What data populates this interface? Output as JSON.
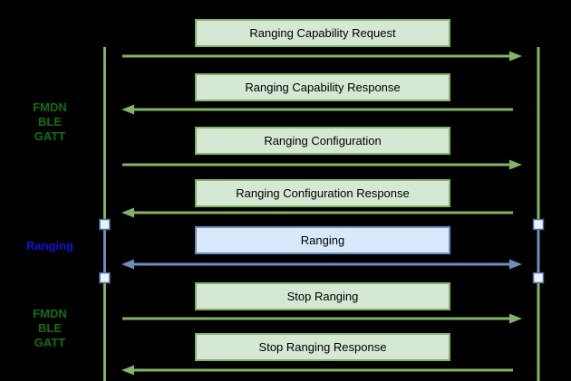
{
  "diagram": {
    "type": "sequence-diagram",
    "colors": {
      "background": "#000000",
      "green_line": "#82b366",
      "green_box_fill": "#d5e8d4",
      "blue_line": "#6c8ebf",
      "blue_box_fill": "#dae8fc",
      "node_border": "#4a6da0",
      "node_fill": "#ecf2fb",
      "side_label_green": "#107010",
      "side_label_blue": "#1212dd",
      "message_text": "#000000"
    },
    "side_labels": [
      {
        "text": "FMDN\nBLE\nGATT",
        "color": "green"
      },
      {
        "text": "Ranging",
        "color": "blue"
      },
      {
        "text": "FMDN\nBLE\nGATT",
        "color": "green"
      }
    ],
    "messages": [
      {
        "label": "Ranging Capability Request",
        "direction": "right",
        "color": "green"
      },
      {
        "label": "Ranging Capability Response",
        "direction": "left",
        "color": "green"
      },
      {
        "label": "Ranging Configuration",
        "direction": "right",
        "color": "green"
      },
      {
        "label": "Ranging Configuration Response",
        "direction": "left",
        "color": "green"
      },
      {
        "label": "Ranging",
        "direction": "both",
        "color": "blue"
      },
      {
        "label": "Stop Ranging",
        "direction": "right",
        "color": "green"
      },
      {
        "label": "Stop Ranging Response",
        "direction": "left",
        "color": "green"
      }
    ]
  }
}
